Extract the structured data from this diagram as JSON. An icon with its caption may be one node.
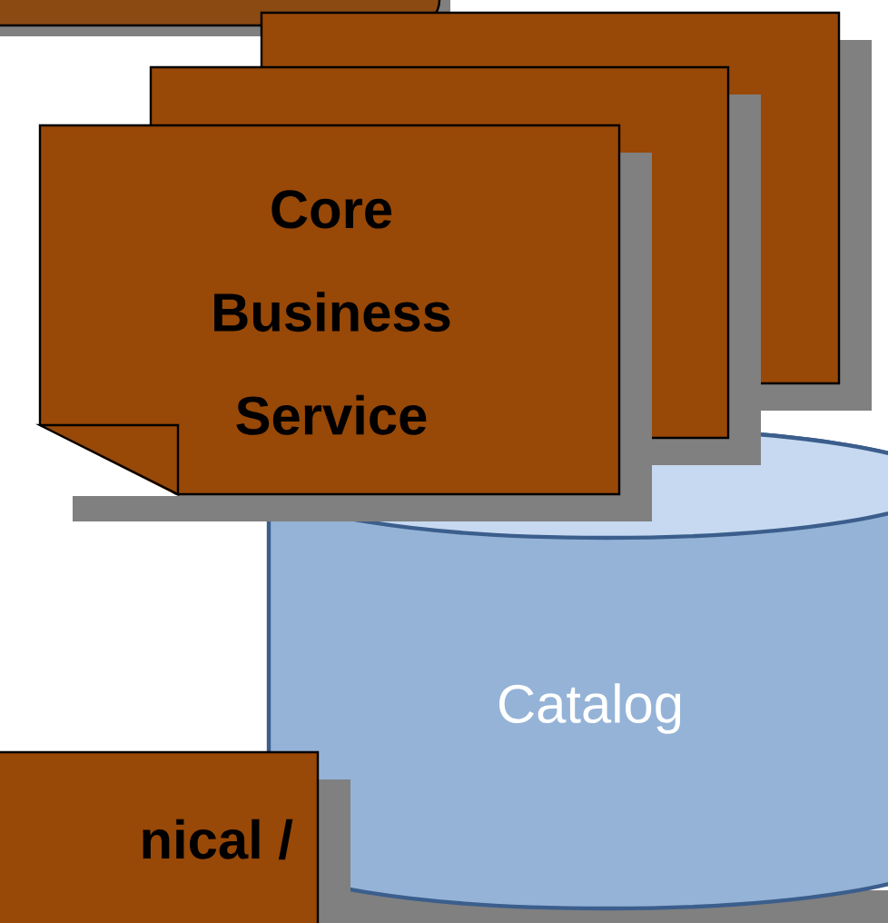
{
  "diagram": {
    "nodes": [
      {
        "text": [],
        "shape": "box"
      },
      {
        "text": [],
        "shape": "box"
      },
      {
        "text": [],
        "shape": "box"
      },
      {
        "text": [
          "Core Business Service"
        ]
      },
      {
        "text": [
          "Catalog"
        ]
      },
      {
        "text": [
          "nical /"
        ]
      }
    ]
  }
}
